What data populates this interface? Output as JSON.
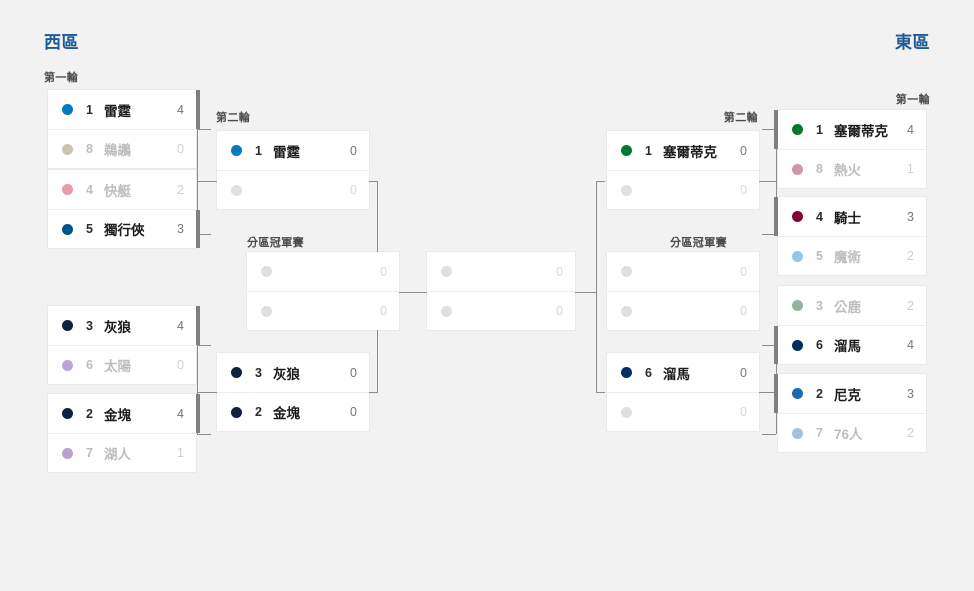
{
  "header": {
    "west_title": "西區",
    "east_title": "東區"
  },
  "round_labels": {
    "west_r1": "第一輪",
    "west_r2": "第二輪",
    "west_cf": "分區冠軍賽",
    "east_r1": "第一輪",
    "east_r2": "第二輪",
    "east_cf": "分區冠軍賽"
  },
  "colors": {
    "background": "#f2f2f2",
    "conference_title": "#1f5a96",
    "winner_bar": "#808080",
    "connector": "#8d8d8d",
    "card": "#ffffff"
  },
  "west": {
    "round1": [
      {
        "name": "west-r1-m1",
        "teams": [
          {
            "seed": "1",
            "name": "雷霆",
            "score": "4",
            "color": "#007ac1",
            "state": "won"
          },
          {
            "seed": "8",
            "name": "鵜鶘",
            "score": "0",
            "color": "#85714d",
            "state": "lost"
          }
        ]
      },
      {
        "name": "west-r1-m2",
        "teams": [
          {
            "seed": "4",
            "name": "快艇",
            "score": "2",
            "color": "#c8102e",
            "state": "lost"
          },
          {
            "seed": "5",
            "name": "獨行俠",
            "score": "3",
            "color": "#00538c",
            "state": "won"
          }
        ]
      },
      {
        "name": "west-r1-m3",
        "teams": [
          {
            "seed": "3",
            "name": "灰狼",
            "score": "4",
            "color": "#0c2340",
            "state": "won"
          },
          {
            "seed": "6",
            "name": "太陽",
            "score": "0",
            "color": "#5f259f",
            "state": "lost"
          }
        ]
      },
      {
        "name": "west-r1-m4",
        "teams": [
          {
            "seed": "2",
            "name": "金塊",
            "score": "4",
            "color": "#0e2240",
            "state": "won"
          },
          {
            "seed": "7",
            "name": "湖人",
            "score": "1",
            "color": "#552583",
            "state": "lost"
          }
        ]
      }
    ],
    "round2": [
      {
        "name": "west-r2-m1",
        "teams": [
          {
            "seed": "1",
            "name": "雷霆",
            "score": "0",
            "color": "#007ac1",
            "state": "pending"
          },
          {
            "seed": "",
            "name": "",
            "score": "0",
            "color": "#e0e0e0",
            "state": "empty"
          }
        ]
      },
      {
        "name": "west-r2-m2",
        "teams": [
          {
            "seed": "3",
            "name": "灰狼",
            "score": "0",
            "color": "#0c2340",
            "state": "pending"
          },
          {
            "seed": "2",
            "name": "金塊",
            "score": "0",
            "color": "#0e2240",
            "state": "pending"
          }
        ]
      }
    ],
    "conference_final": {
      "name": "west-cf",
      "teams": [
        {
          "seed": "",
          "name": "",
          "score": "0",
          "color": "#e0e0e0",
          "state": "empty"
        },
        {
          "seed": "",
          "name": "",
          "score": "0",
          "color": "#e0e0e0",
          "state": "empty"
        }
      ]
    }
  },
  "east": {
    "round1": [
      {
        "name": "east-r1-m1",
        "teams": [
          {
            "seed": "1",
            "name": "塞爾蒂克",
            "score": "4",
            "color": "#007a33",
            "state": "won"
          },
          {
            "seed": "8",
            "name": "熱火",
            "score": "1",
            "color": "#98002e",
            "state": "lost"
          }
        ]
      },
      {
        "name": "east-r1-m2",
        "teams": [
          {
            "seed": "4",
            "name": "騎士",
            "score": "3",
            "color": "#860038",
            "state": "won"
          },
          {
            "seed": "5",
            "name": "魔術",
            "score": "2",
            "color": "#0077c0",
            "state": "lost"
          }
        ]
      },
      {
        "name": "east-r1-m3",
        "teams": [
          {
            "seed": "3",
            "name": "公鹿",
            "score": "2",
            "color": "#00471b",
            "state": "lost"
          },
          {
            "seed": "6",
            "name": "溜馬",
            "score": "4",
            "color": "#002d62",
            "state": "won"
          }
        ]
      },
      {
        "name": "east-r1-m4",
        "teams": [
          {
            "seed": "2",
            "name": "尼克",
            "score": "3",
            "color": "#1d69b4",
            "state": "won"
          },
          {
            "seed": "7",
            "name": "76人",
            "score": "2",
            "color": "#1d69b4",
            "state": "lost"
          }
        ]
      }
    ],
    "round2": [
      {
        "name": "east-r2-m1",
        "teams": [
          {
            "seed": "1",
            "name": "塞爾蒂克",
            "score": "0",
            "color": "#007a33",
            "state": "pending"
          },
          {
            "seed": "",
            "name": "",
            "score": "0",
            "color": "#e0e0e0",
            "state": "empty"
          }
        ]
      },
      {
        "name": "east-r2-m2",
        "teams": [
          {
            "seed": "6",
            "name": "溜馬",
            "score": "0",
            "color": "#002d62",
            "state": "pending"
          },
          {
            "seed": "",
            "name": "",
            "score": "0",
            "color": "#e0e0e0",
            "state": "empty"
          }
        ]
      }
    ],
    "conference_final": {
      "name": "east-cf",
      "teams": [
        {
          "seed": "",
          "name": "",
          "score": "0",
          "color": "#e0e0e0",
          "state": "empty"
        },
        {
          "seed": "",
          "name": "",
          "score": "0",
          "color": "#e0e0e0",
          "state": "empty"
        }
      ]
    }
  },
  "finals": {
    "name": "finals",
    "teams": [
      {
        "seed": "",
        "name": "",
        "score": "0",
        "color": "#e0e0e0",
        "state": "empty"
      },
      {
        "seed": "",
        "name": "",
        "score": "0",
        "color": "#e0e0e0",
        "state": "empty"
      }
    ]
  }
}
